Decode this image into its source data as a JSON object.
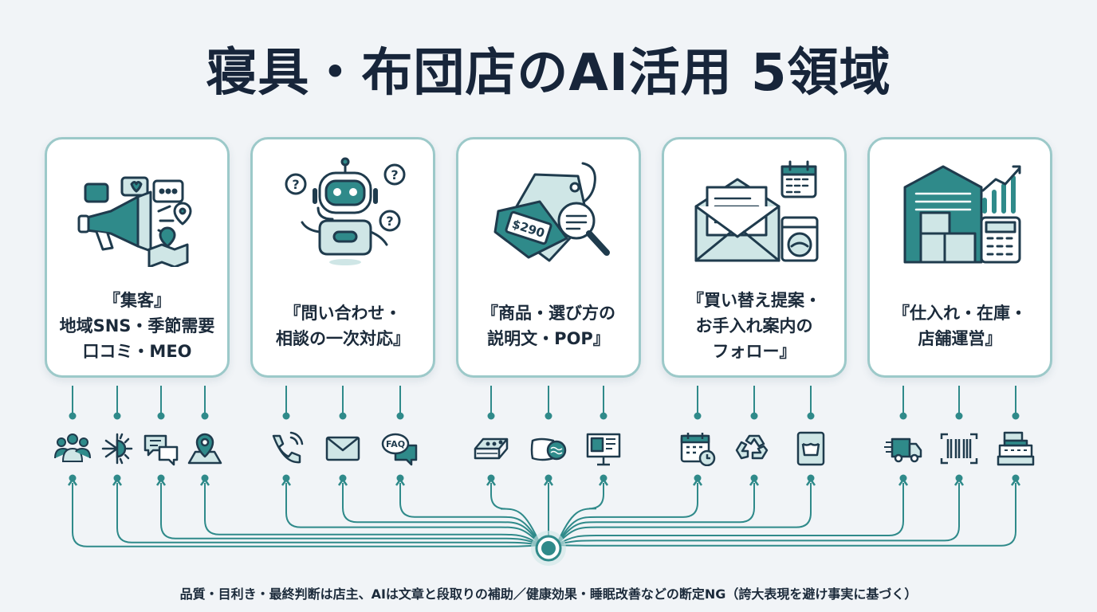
{
  "title": "寝具・布団店のAI活用 5領域",
  "colors": {
    "teal": "#2f8a8a",
    "navy": "#1f3b4d",
    "light_teal": "#cfe6e6",
    "card_border": "#9cc9c9"
  },
  "cards": [
    {
      "lines": [
        "『集客』",
        "地域SNS・季節需要",
        "口コミ・MEO"
      ],
      "illustration": "megaphone-social-icon",
      "sub_icons": [
        "people-group-icon",
        "season-sun-snow-icon",
        "review-chat-icon",
        "map-pin-icon"
      ]
    },
    {
      "lines": [
        "『問い合わせ・",
        "相談の一次対応』"
      ],
      "illustration": "chatbot-robot-icon",
      "sub_icons": [
        "phone-icon",
        "envelope-icon",
        "faq-bubble-icon"
      ]
    },
    {
      "lines": [
        "『商品・選び方の",
        "説明文・POP』"
      ],
      "illustration": "price-tag-magnifier-icon",
      "sub_icons": [
        "mattress-icon",
        "pillow-icon",
        "pop-board-icon"
      ]
    },
    {
      "lines": [
        "『買い替え提案・",
        "お手入れ案内の",
        "フォロー』"
      ],
      "illustration": "mail-calendar-washer-icon",
      "sub_icons": [
        "calendar-clock-icon",
        "recycle-icon",
        "wash-care-tag-icon"
      ]
    },
    {
      "lines": [
        "『仕入れ・在庫・",
        "店舗運営』"
      ],
      "illustration": "warehouse-calculator-icon",
      "sub_icons": [
        "delivery-truck-icon",
        "barcode-icon",
        "cash-register-icon"
      ]
    }
  ],
  "price_tag_text": "$290",
  "faq_text": "FAQ",
  "footer": "品質・目利き・最終判断は店主、AIは文章と段取りの補助／健康効果・睡眠改善などの断定NG（誇大表現を避け事実に基づく）"
}
